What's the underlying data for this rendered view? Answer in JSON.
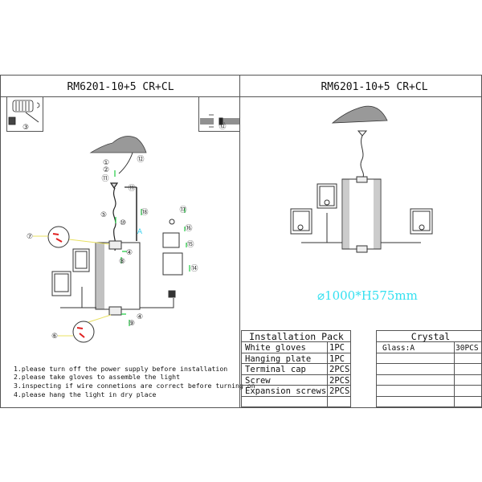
{
  "left_panel": {
    "title": "RM6201-10+5 CR+CL",
    "callouts": [
      "①",
      "②",
      "③",
      "④",
      "④",
      "⑤",
      "⑥",
      "⑦",
      "⑧",
      "⑨",
      "⑩",
      "⑪",
      "⑪",
      "⑫",
      "⑫",
      "⑭",
      "⑮",
      "⑯",
      "⑰",
      "⑱",
      "A"
    ],
    "notes": [
      "1.please turn off the power supply before installation",
      "2.please take gloves to assemble the light",
      "3.inspecting if wire connetions are correct before turning on",
      "4.please hang the light in dry place"
    ]
  },
  "right_panel": {
    "title": "RM6201-10+5 CR+CL",
    "dimensions": "⌀1000*H575mm"
  },
  "installation_pack": {
    "header": "Installation Pack",
    "rows": [
      {
        "item": "White gloves",
        "qty": "1PC"
      },
      {
        "item": "Hanging plate",
        "qty": "1PC"
      },
      {
        "item": "Terminal cap",
        "qty": "2PCS"
      },
      {
        "item": "Screw",
        "qty": "2PCS"
      },
      {
        "item": "Expansion screws",
        "qty": "2PCS"
      },
      {
        "item": "",
        "qty": ""
      }
    ]
  },
  "crystal": {
    "header": "Crystal",
    "rows": [
      {
        "item": "Glass:A",
        "qty": "30PCS"
      },
      {
        "item": "",
        "qty": ""
      },
      {
        "item": "",
        "qty": ""
      },
      {
        "item": "",
        "qty": ""
      },
      {
        "item": "",
        "qty": ""
      },
      {
        "item": "",
        "qty": ""
      }
    ]
  },
  "colors": {
    "line": "#222222",
    "dimension_text": "#33e0f0",
    "arrow": "#22cc44",
    "wire": "#e8e060",
    "wire_red": "#e02020"
  }
}
